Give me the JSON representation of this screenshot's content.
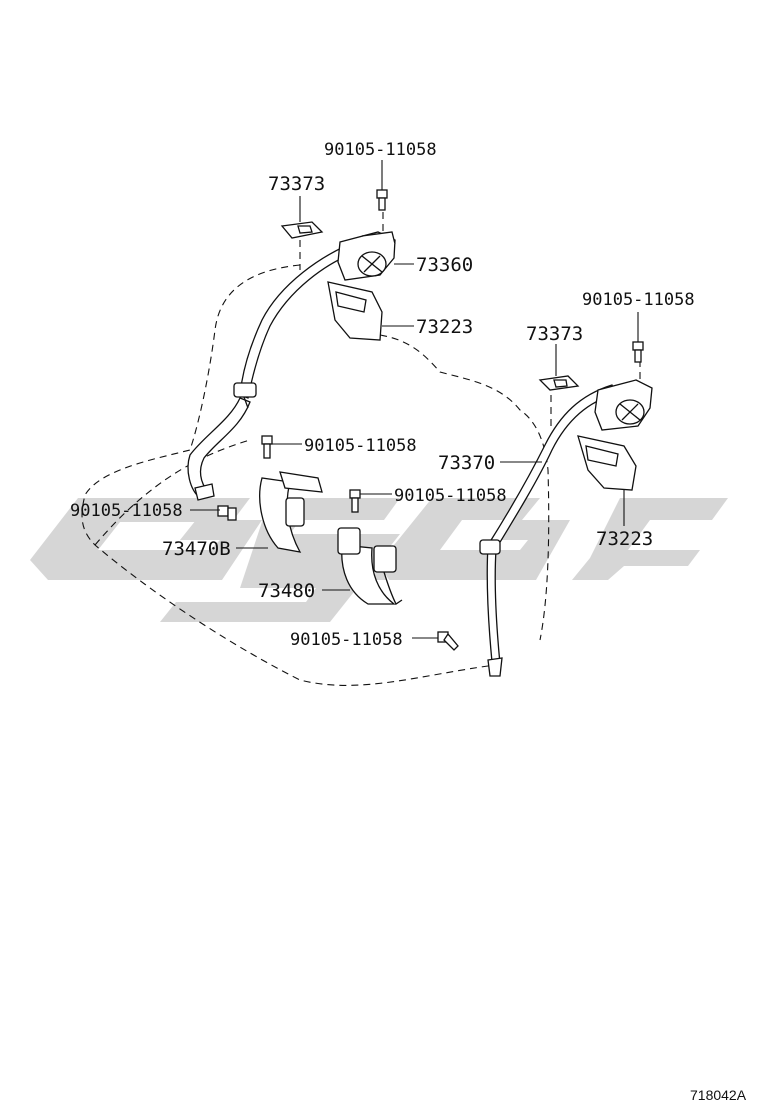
{
  "diagram": {
    "illustration_code": "718042A",
    "callouts": [
      {
        "id": "c1",
        "text": "90105-11058"
      },
      {
        "id": "c2",
        "text": "73373"
      },
      {
        "id": "c3",
        "text": "73360"
      },
      {
        "id": "c4",
        "text": "73223"
      },
      {
        "id": "c5",
        "text": "90105-11058"
      },
      {
        "id": "c6",
        "text": "73373"
      },
      {
        "id": "c7",
        "text": "90105-11058"
      },
      {
        "id": "c8",
        "text": "73370"
      },
      {
        "id": "c9",
        "text": "90105-11058"
      },
      {
        "id": "c10",
        "text": "90105-11058"
      },
      {
        "id": "c11",
        "text": "73223"
      },
      {
        "id": "c12",
        "text": "73470B"
      },
      {
        "id": "c13",
        "text": "73480"
      },
      {
        "id": "c14",
        "text": "90105-11058"
      }
    ],
    "watermark_icon": "dealer-logo-watermark"
  }
}
